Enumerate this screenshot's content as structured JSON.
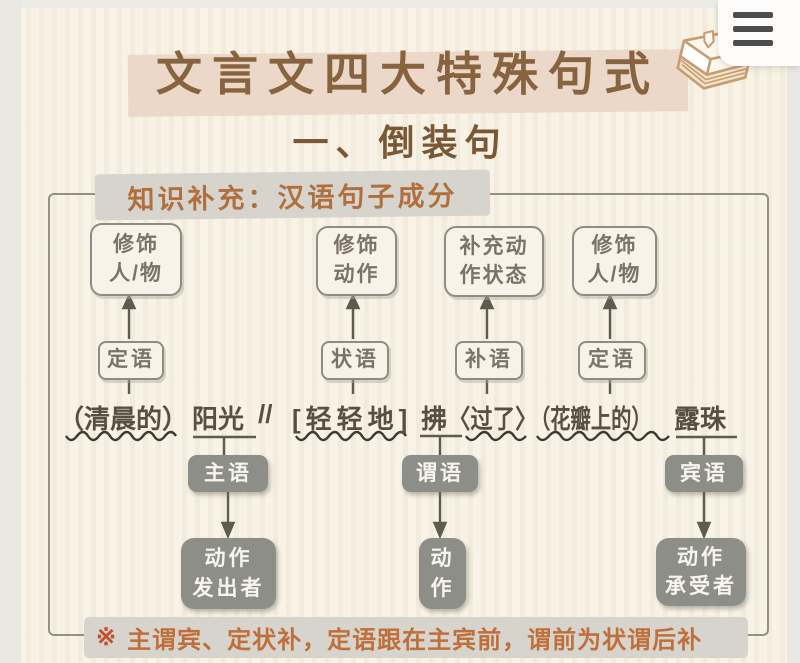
{
  "page": {
    "title": "文言文四大特殊句式",
    "section_heading": "一、倒装句",
    "supplement_label": "知识补充：汉语句子成分",
    "note_marker": "※",
    "note_text": "主谓宾、定状补，定语跟在主宾前，谓前为状谓后补"
  },
  "menu": {
    "icon": "hamburger-icon"
  },
  "decor": {
    "icon": "book-icon"
  },
  "diagram": {
    "top_boxes": [
      {
        "lines": [
          "修饰",
          "人/物"
        ]
      },
      {
        "lines": [
          "修饰",
          "动作"
        ]
      },
      {
        "lines": [
          "补充动",
          "作状态"
        ]
      },
      {
        "lines": [
          "修饰",
          "人/物"
        ]
      }
    ],
    "component_boxes": [
      "定语",
      "状语",
      "补语",
      "定语"
    ],
    "sentence": {
      "segments": [
        "（清晨的）",
        "阳光",
        "//",
        "[轻轻地]",
        "拂",
        "〈过了〉",
        "（花瓣上的）",
        "露珠"
      ]
    },
    "role_boxes": [
      "主语",
      "谓语",
      "宾语"
    ],
    "meaning_boxes": [
      {
        "lines": [
          "动作",
          "发出者"
        ]
      },
      {
        "lines": [
          "动",
          "作"
        ]
      },
      {
        "lines": [
          "动作",
          "承受者"
        ]
      }
    ]
  },
  "colors": {
    "background": "#f8f3e6",
    "title_text": "#87643f",
    "title_highlight": "#ecd8c9",
    "accent_orange": "#bf6f3a",
    "note_marker_red": "#c0512f",
    "gray_band": "#d7d4cd",
    "gray_box_fill": "#8e8e89",
    "outline_box_border": "#8f8b81",
    "frame_border": "#95907f",
    "connector": "#5f5b51"
  }
}
